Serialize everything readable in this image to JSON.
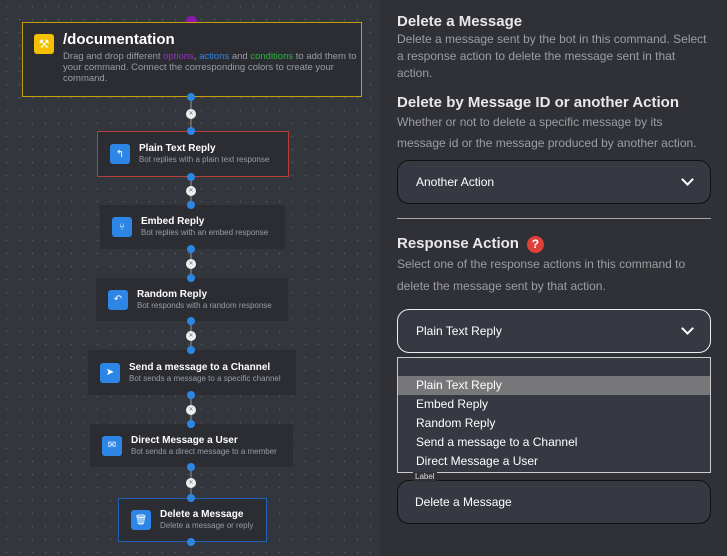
{
  "command": {
    "title": "/documentation",
    "desc_pre": "Drag and drop different ",
    "options": "options",
    "sep": ", ",
    "actions": "actions",
    "and": " and ",
    "conditions": "conditions",
    "desc_post": " to add them to your command. Connect the corresponding colors to create your command.",
    "colors": {
      "options": "#9b2ec9",
      "actions": "#2d86e6",
      "conditions": "#2fb344"
    }
  },
  "nodes": [
    {
      "title": "Plain Text Reply",
      "desc": "Bot replies with a plain text response",
      "icon": "↰"
    },
    {
      "title": "Embed Reply",
      "desc": "Bot replies with an embed response",
      "icon": "⑂"
    },
    {
      "title": "Random Reply",
      "desc": "Bot responds with a random response",
      "icon": "↶"
    },
    {
      "title": "Send a message to a Channel",
      "desc": "Bot sends a message to a specific channel",
      "icon": "➤"
    },
    {
      "title": "Direct Message a User",
      "desc": "Bot sends a direct message to a member",
      "icon": "✉"
    },
    {
      "title": "Delete a Message",
      "desc": "Delete a message or reply",
      "icon": "🗑"
    }
  ],
  "panel": {
    "title": "Delete a Message",
    "desc": "Delete a message sent by the bot in this command. Select a response action to delete the message sent in that action.",
    "mode_title": "Delete by Message ID or another Action",
    "mode_desc": "Whether or not to delete a specific message by its message id or the message produced by another action.",
    "mode_value": "Another Action",
    "ra_title": "Response Action",
    "ra_desc": "Select one of the response actions in this command to delete the message sent by that action.",
    "ra_value": "Plain Text Reply",
    "ra_options": [
      "Plain Text Reply",
      "Embed Reply",
      "Random Reply",
      "Send a message to a Channel",
      "Direct Message a User"
    ],
    "label_caption": "Label",
    "label_value": "Delete a Message"
  }
}
